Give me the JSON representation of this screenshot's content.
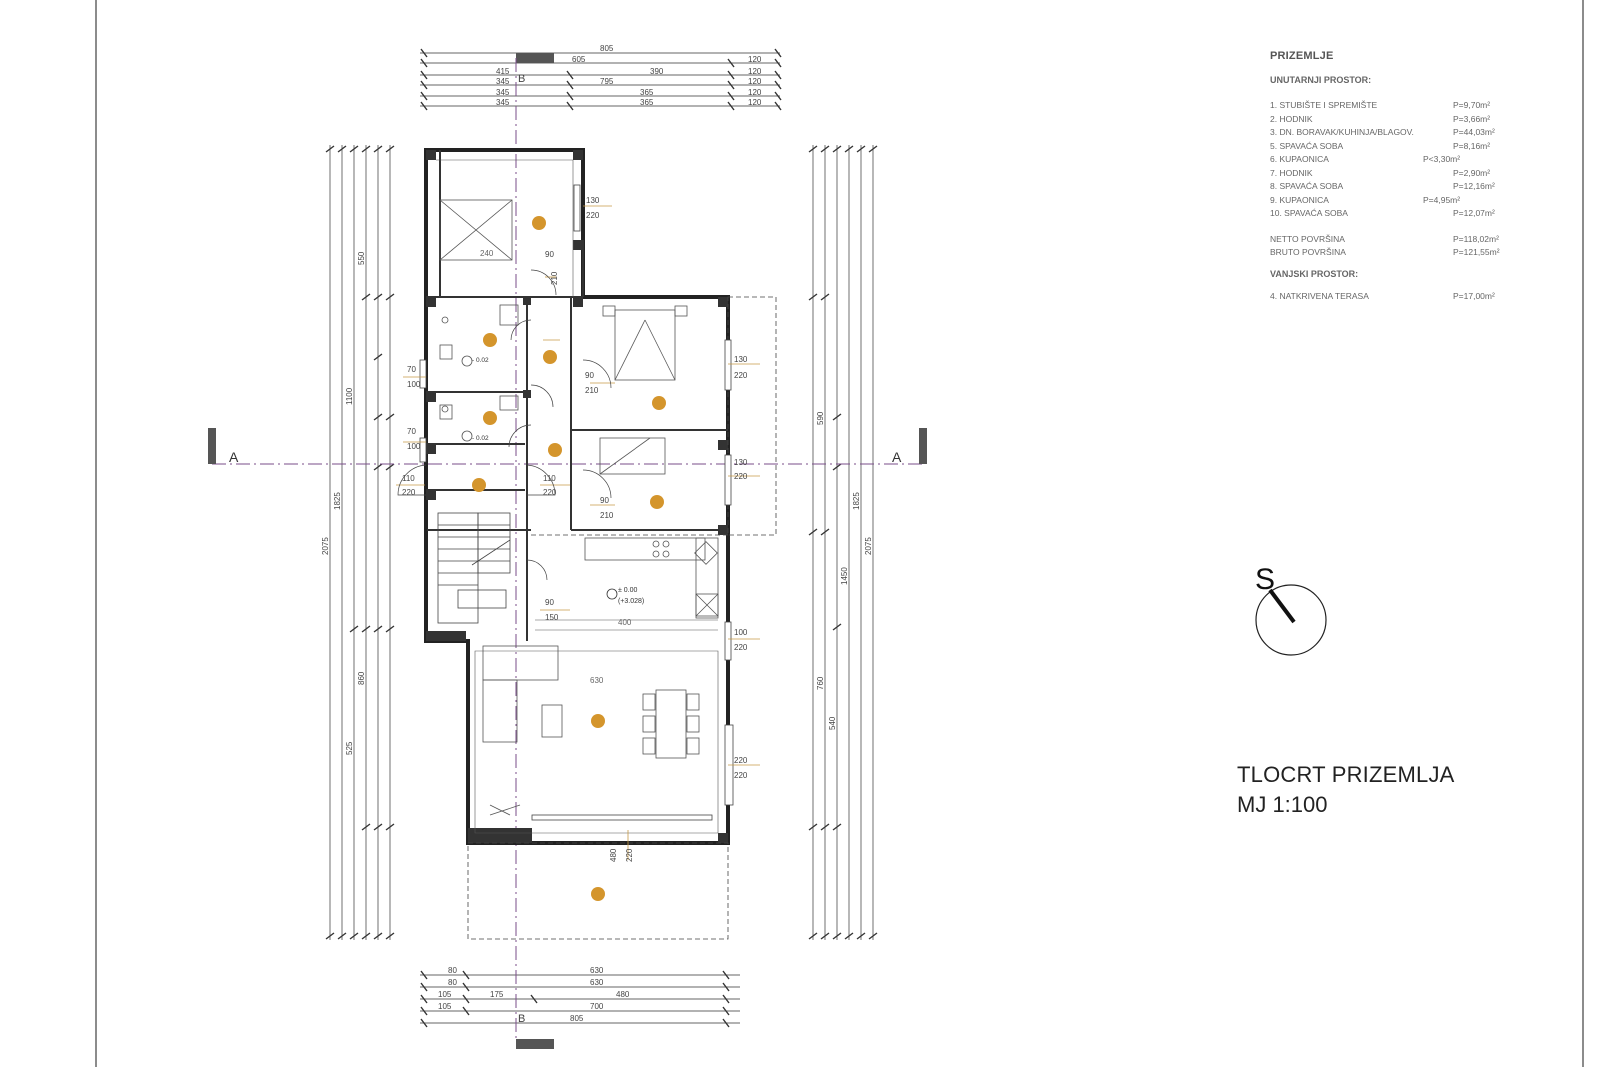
{
  "legend": {
    "title": "PRIZEMLJE",
    "inner_header": "UNUTARNJI PROSTOR:",
    "rooms": [
      {
        "name": "1. STUBIŠTE I SPREMIŠTE",
        "area": "P=9,70m²"
      },
      {
        "name": "2. HODNIK",
        "area": "P=3,66m²"
      },
      {
        "name": "3. DN. BORAVAK/KUHINJA/BLAGOV.",
        "area": "P=44,03m²"
      },
      {
        "name": "5. SPAVAĆA SOBA",
        "area": "P=8,16m²"
      },
      {
        "name": "6. KUPAONICA",
        "area": "P<3,30m²"
      },
      {
        "name": "7. HODNIK",
        "area": "P=2,90m²"
      },
      {
        "name": "8. SPAVAĆA SOBA",
        "area": "P=12,16m²"
      },
      {
        "name": "9. KUPAONICA",
        "area": "P=4,95m²"
      },
      {
        "name": "10. SPAVAĆA SOBA",
        "area": "P=12,07m²"
      }
    ],
    "totals": [
      {
        "name": "NETTO POVRŠINA",
        "area": "P=118,02m²"
      },
      {
        "name": "BRUTO POVRŠINA",
        "area": "P=121,55m²"
      }
    ],
    "outer_header": "VANJSKI PROSTOR:",
    "outer": [
      {
        "name": "4. NATKRIVENA TERASA",
        "area": "P=17,00m²"
      }
    ]
  },
  "title": {
    "line1": "TLOCRT PRIZEMLJA",
    "line2": "MJ 1:100"
  },
  "compass": {
    "label": "S"
  },
  "section_labels": {
    "a_left": "A",
    "a_right": "A",
    "b_top": "B",
    "b_bottom": "B"
  },
  "dims": {
    "top_row1": "805",
    "top_row2a": "605",
    "top_row2b": "120",
    "top_row3a": "415",
    "top_row3b": "390",
    "top_row3c": "120",
    "top_row4a": "345",
    "top_row4b": "795",
    "top_row4c": "120",
    "top_row5a": "345",
    "top_row5b": "365",
    "top_row5c": "120",
    "top_row6a": "345",
    "top_row6b": "365",
    "top_row6c": "120",
    "bot_row1a": "80",
    "bot_row1b": "630",
    "bot_row2a": "80",
    "bot_row2b": "630",
    "bot_row3a": "105",
    "bot_row3b": "175",
    "bot_row3c": "480",
    "bot_row4a": "105",
    "bot_row4b": "700",
    "bot_row5": "805",
    "left_outer": "2075",
    "left_1825": "1825",
    "left_1100": "1100",
    "left_550": "550",
    "left_860": "860",
    "left_525": "525",
    "right_outer": "2075",
    "right_1825": "1825",
    "right_1450": "1450",
    "right_590": "590",
    "right_760": "760",
    "right_540": "540",
    "win_130_220_a": "130",
    "win_130_220_b": "220",
    "win_c1": "130",
    "win_c2": "220",
    "win_d1": "130",
    "win_d2": "220",
    "win_e1": "100",
    "win_e2": "220",
    "win_f1": "220",
    "win_f2": "220",
    "left_win1a": "70",
    "left_win1b": "100",
    "left_win2a": "70",
    "left_win2b": "100",
    "door_a1": "110",
    "door_a2": "220",
    "door_b1": "110",
    "door_b2": "220",
    "door_c1": "90",
    "door_c2": "210",
    "door_d1": "90",
    "door_d2": "210",
    "door_e1": "90",
    "door_e2": "150",
    "door_f1": "90",
    "door_f2": "210",
    "room_240": "240",
    "room_400": "400",
    "room_630": "630",
    "ter_480": "480",
    "ter_220": "220",
    "lvl_main": "± 0.00",
    "lvl_main2": "(+3.028)",
    "lvl_b1": "- 0.02",
    "lvl_b2": "- 0.02"
  }
}
